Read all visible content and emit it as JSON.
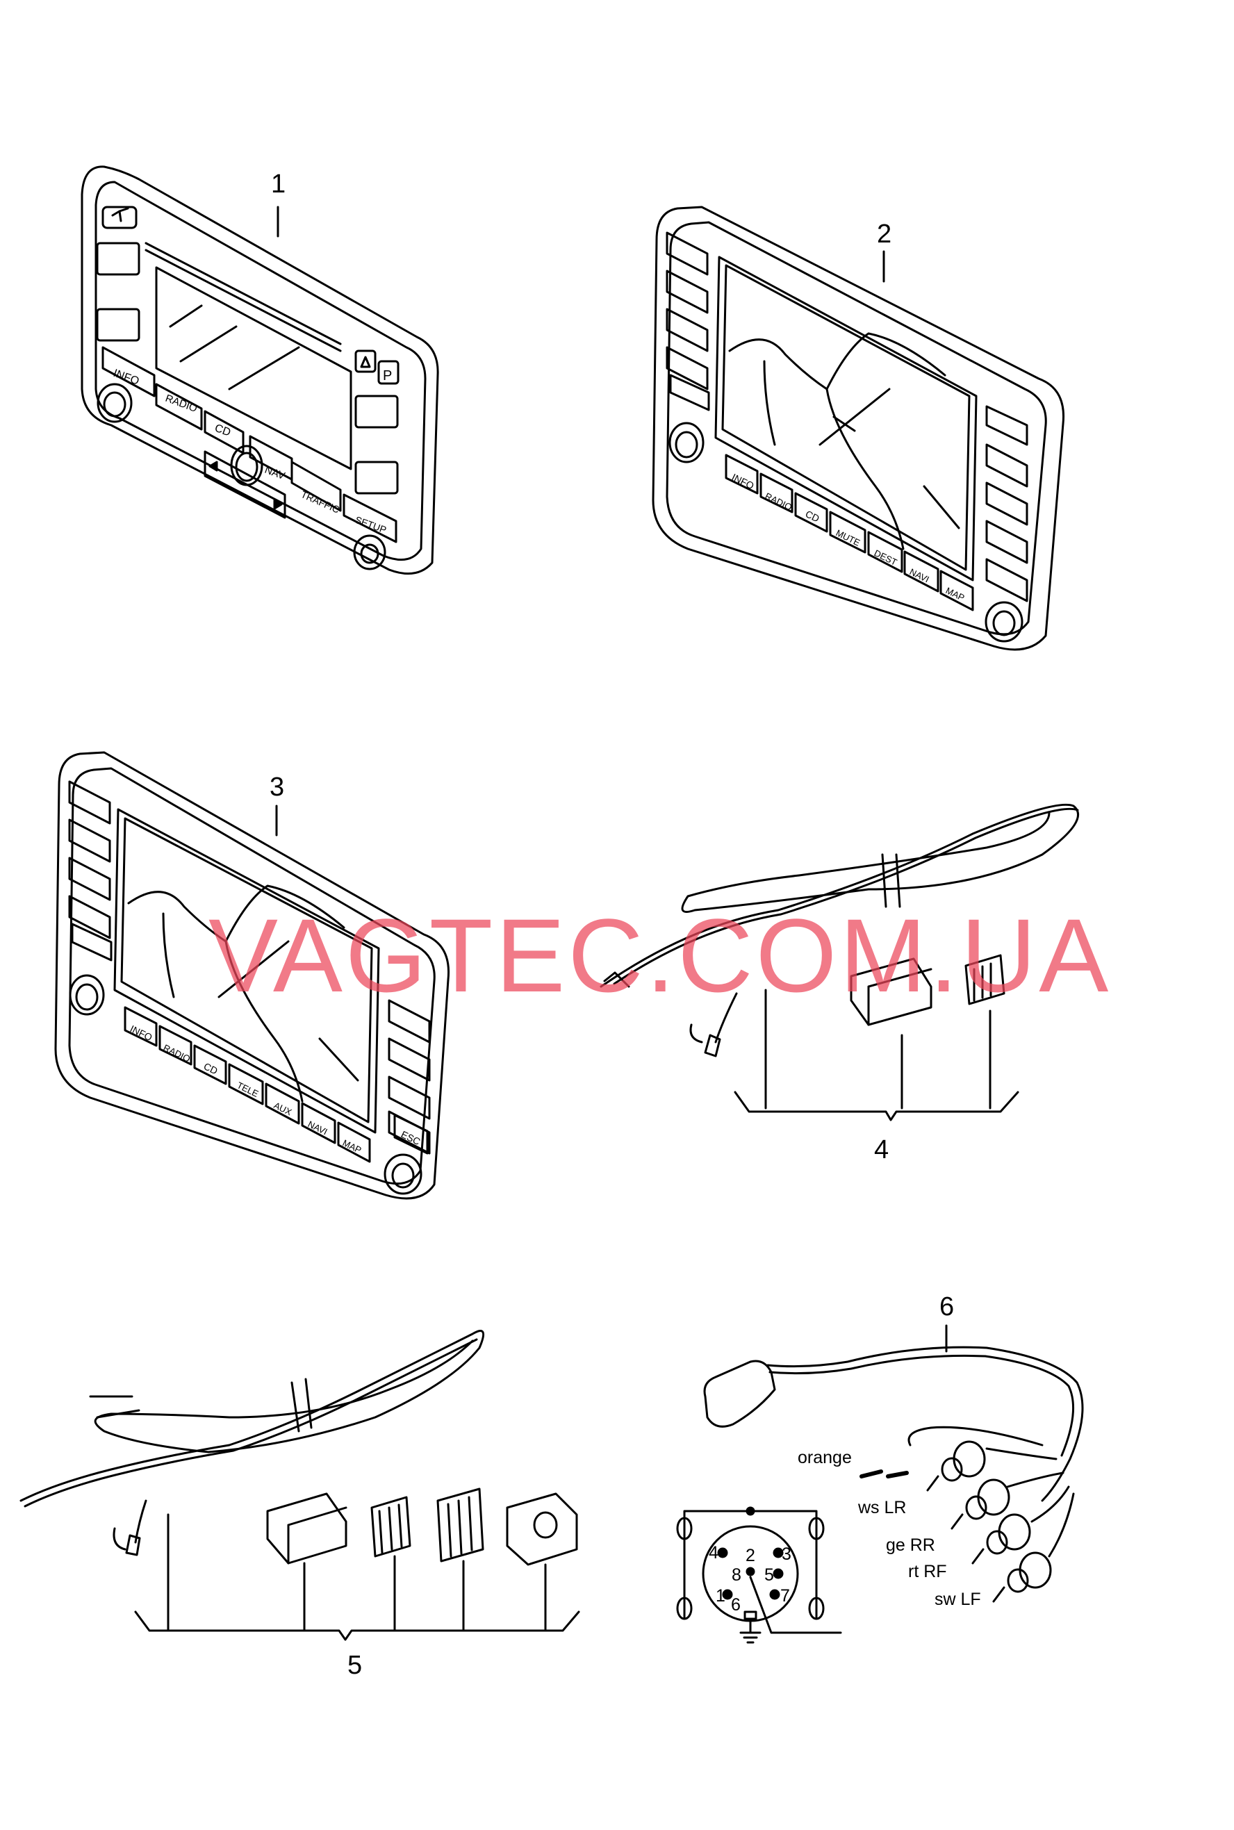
{
  "watermark": "VAGTEC.COM.UA",
  "callouts": {
    "c1": "1",
    "c2": "2",
    "c3": "3",
    "c4": "4",
    "c5": "5",
    "c6": "6"
  },
  "unit1_buttons": [
    "INFO",
    "RADIO",
    "CD",
    "NAV",
    "TRAFFIC",
    "SETUP"
  ],
  "unit1_side_keys": [
    "P"
  ],
  "unit2_buttons": [
    "INFO",
    "RADIO",
    "CD",
    "MUTE",
    "DEST",
    "NAVI",
    "MAP"
  ],
  "unit3_buttons": [
    "INFO",
    "RADIO",
    "CD",
    "TELE",
    "AUX",
    "NAVI",
    "MAP"
  ],
  "unit3_side_keys": [
    "ESC"
  ],
  "wire_labels": {
    "orange": "orange",
    "ws_lr": "ws LR",
    "ge_rr": "ge RR",
    "rt_rf": "rt RF",
    "sw_lf": "sw LF"
  },
  "pinout": [
    "1",
    "2",
    "3",
    "4",
    "5",
    "6",
    "7",
    "8"
  ],
  "colors": {
    "line": "#000000",
    "watermark": "#eb465a"
  }
}
